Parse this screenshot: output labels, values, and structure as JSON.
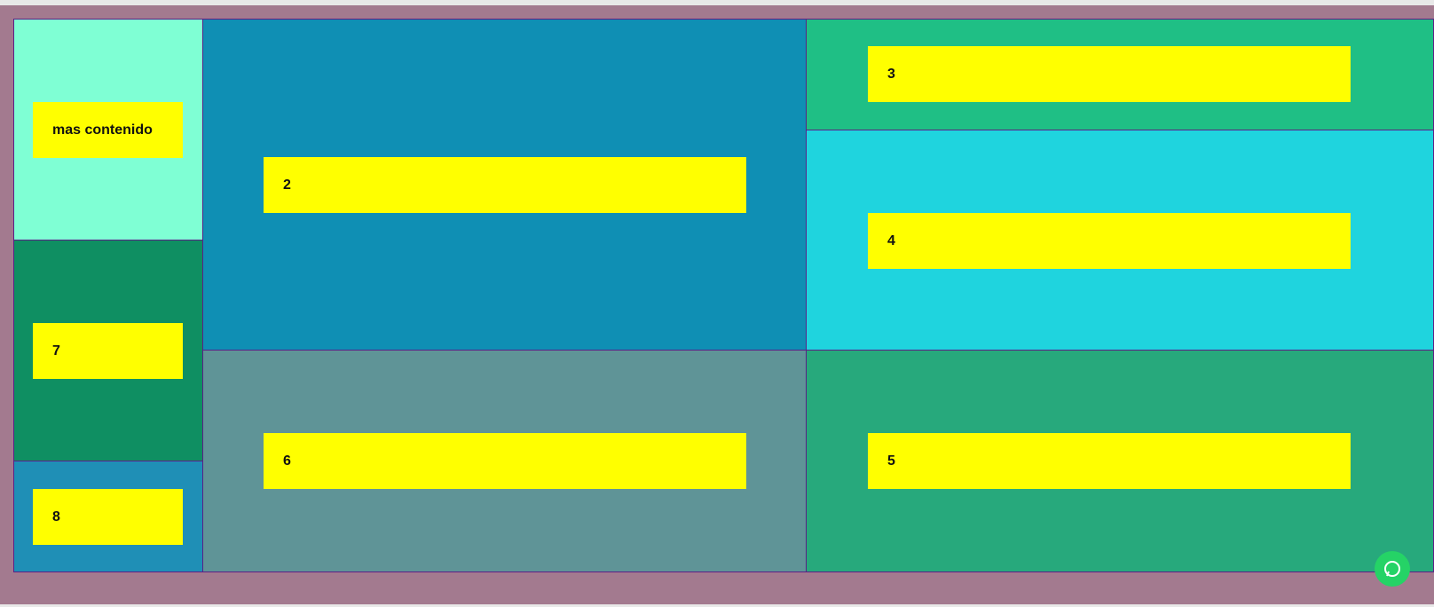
{
  "colors": {
    "frame": "#a37a8f",
    "border": "#5b1f86",
    "box": "#ffff00",
    "cell_1": "#7fffd4",
    "cell_7": "#0f8f62",
    "cell_8": "#1f8fb6",
    "cell_2": "#0f8fb4",
    "cell_6": "#5f9497",
    "cell_3": "#1fbf85",
    "cell_4": "#1fd4de",
    "cell_5": "#27a97c"
  },
  "cells": {
    "c1": {
      "label": "mas contenido"
    },
    "c7": {
      "label": "7"
    },
    "c8": {
      "label": "8"
    },
    "c2": {
      "label": "2"
    },
    "c6": {
      "label": "6"
    },
    "c3": {
      "label": "3"
    },
    "c4": {
      "label": "4"
    },
    "c5": {
      "label": "5"
    }
  },
  "floating_icon": "whatsapp-icon"
}
